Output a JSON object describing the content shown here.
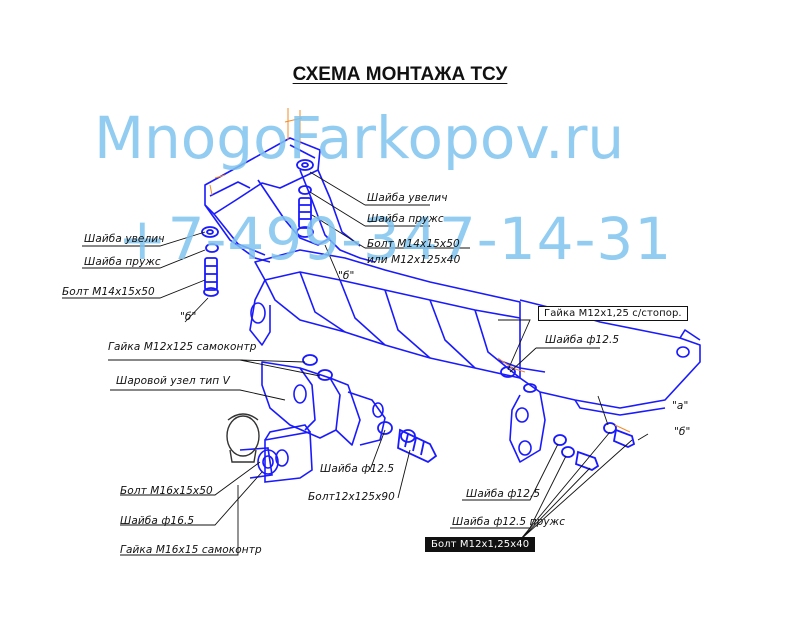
{
  "title": "СХЕМА МОНТАЖА ТСУ",
  "watermark": {
    "site": "MnogoFarkopov.ru",
    "phone": "+7-499-347-14-31"
  },
  "labels": {
    "washer_large_top": "Шайба увелич",
    "washer_spring_top": "Шайба пружс",
    "bolt_m14_top": "Болт М14х15х50",
    "bolt_m12_alt": "или М12х125х40",
    "mark_b_top": "\"б\"",
    "washer_large_left": "Шайба увелич",
    "washer_spring_left": "Шайба пружс",
    "bolt_m14_left": "Болт М14х15х50",
    "mark_b_left": "\"б\"",
    "nut_m12_selflock": "Гайка М12х125 самоконтр",
    "ball_unit": "Шаровой узел тип V",
    "nut_m12_stop": "Гайка М12х1,25 с/стопор.",
    "washer_125_right": "Шайба ф12.5",
    "mark_a_right": "\"а\"",
    "mark_b_right": "\"б\"",
    "washer_125_center": "Шайба ф12.5",
    "bolt_m12_center": "Болт12х125х90",
    "bolt_m16": "Болт М16х15х50",
    "washer_165": "Шайба ф16.5",
    "nut_m16_selflock": "Гайка М16х15 самоконтр",
    "washer_125_bottom": "Шайба ф12.5",
    "washer_125_spring": "Шайба ф12.5 пружс",
    "bolt_m12_bottom": "Болт М12х1,25х40"
  }
}
